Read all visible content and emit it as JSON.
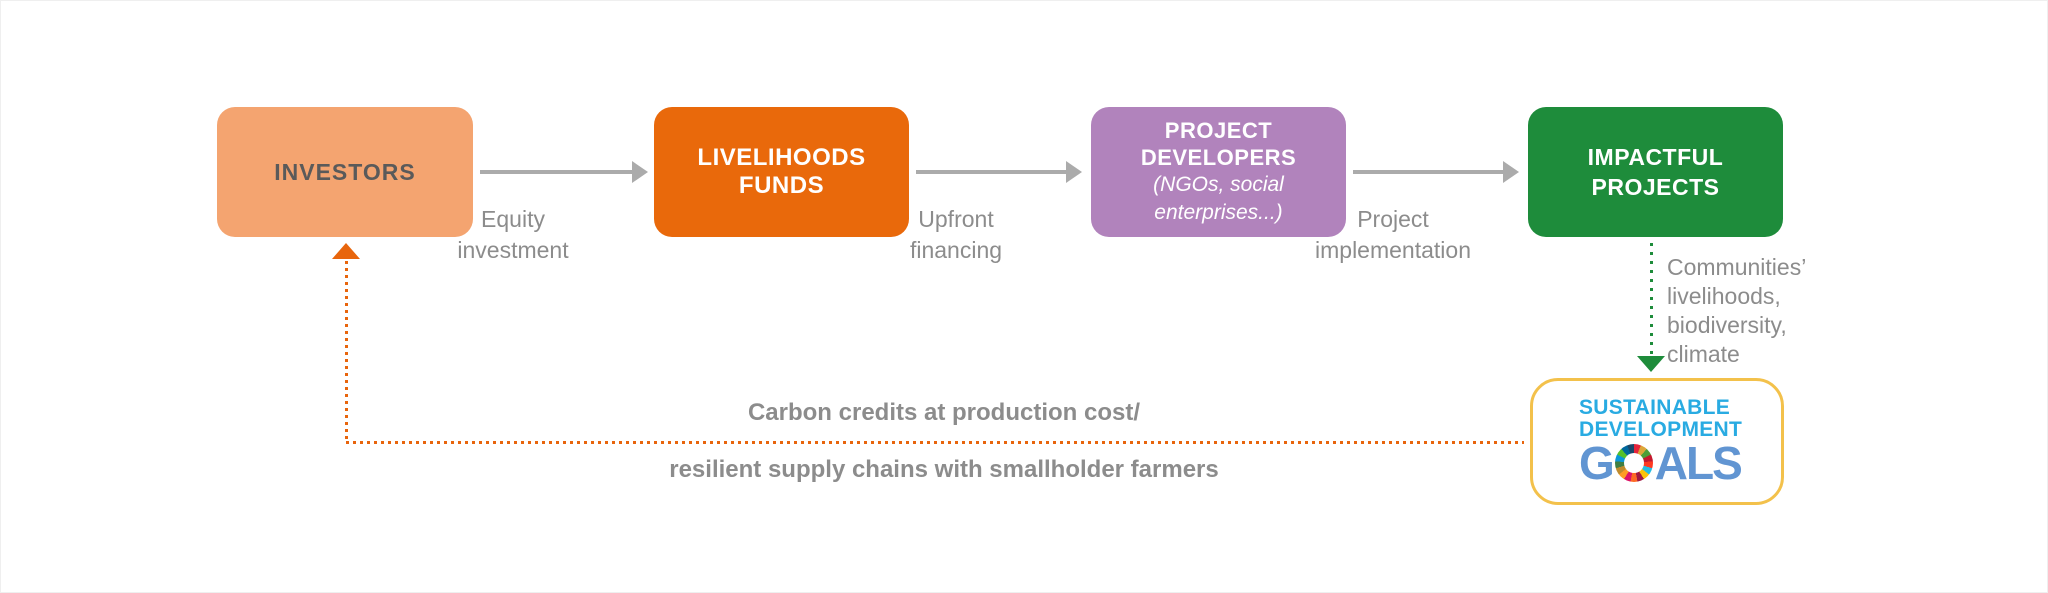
{
  "boxes": [
    {
      "label": "INVESTORS"
    },
    {
      "label": "LIVELIHOODS FUNDS"
    },
    {
      "title_lines": [
        "PROJECT",
        "DEVELOPERS"
      ],
      "subtitle_lines": [
        "(NGOs, social",
        "enterprises...)"
      ]
    },
    {
      "label_lines": [
        "IMPACTFUL",
        "PROJECTS"
      ]
    }
  ],
  "flow_labels": [
    {
      "lines": [
        "Equity",
        "investment"
      ]
    },
    {
      "lines": [
        "Upfront",
        "financing"
      ]
    },
    {
      "lines": [
        "Project",
        "implementation"
      ]
    }
  ],
  "outcome_lines": [
    "Communities’",
    "livelihoods,",
    "biodiversity,",
    "climate"
  ],
  "return_lines": [
    "Carbon credits at production cost/",
    "resilient supply chains with smallholder farmers"
  ],
  "sdg": {
    "line1": "SUSTAINABLE",
    "line2": "DEVELOPMENT",
    "goals_prefix": "G",
    "goals_suffix": "ALS",
    "wheel_colors": [
      "#E5243B",
      "#DDA63A",
      "#4C9F38",
      "#C5192D",
      "#FF3A21",
      "#26BDE2",
      "#FCC30B",
      "#A21942",
      "#FD6925",
      "#DD1367",
      "#FD9D24",
      "#BF8B2E",
      "#3F7E44",
      "#0A97D9",
      "#56C02B",
      "#00689D",
      "#19486A"
    ]
  },
  "colors": {
    "investors_bg": "#F4A470",
    "investors_text": "#5A5A5A",
    "livelihoods_bg": "#E9690B",
    "developers_bg": "#B183BC",
    "impactful_bg": "#1E8C3B",
    "arrow_gray": "#ABABAB",
    "label_gray": "#8C8C8C",
    "orange_path": "#E8650C",
    "green_path": "#1E8C3B",
    "sdg_border": "#F3C14B",
    "sdg_cyan": "#29ABE2",
    "sdg_goals_blue": "#6195D2"
  }
}
